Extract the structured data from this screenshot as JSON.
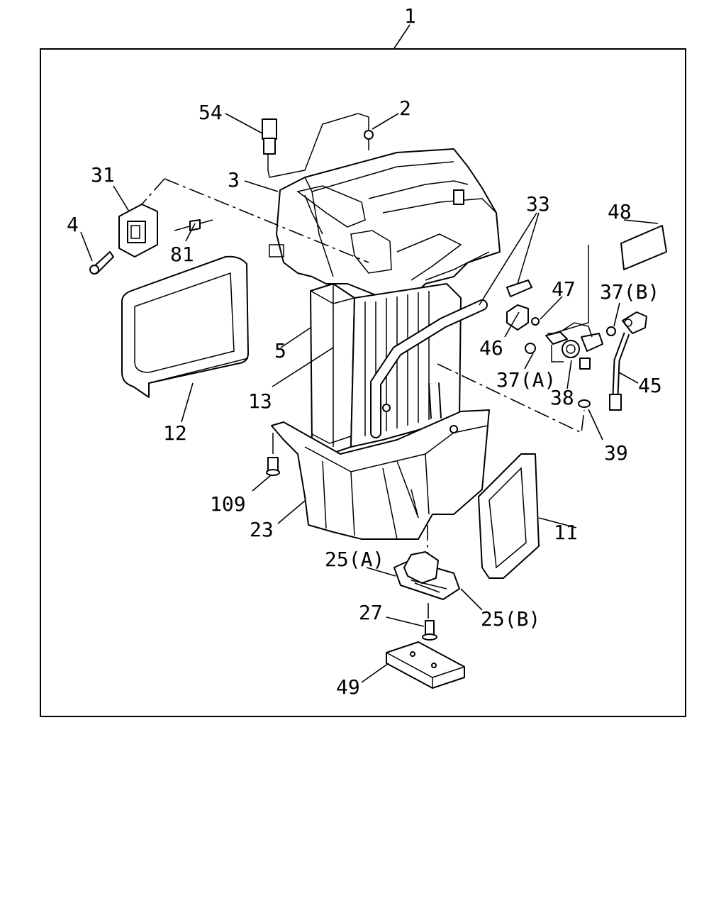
{
  "diagram": {
    "callouts": {
      "c1": "1",
      "c2": "2",
      "c3": "3",
      "c4": "4",
      "c5": "5",
      "c11": "11",
      "c12": "12",
      "c13": "13",
      "c23": "23",
      "c25a": "25(A)",
      "c25b": "25(B)",
      "c27": "27",
      "c31": "31",
      "c33": "33",
      "c37a": "37(A)",
      "c37b": "37(B)",
      "c38": "38",
      "c39": "39",
      "c45": "45",
      "c46": "46",
      "c47": "47",
      "c48": "48",
      "c49": "49",
      "c54": "54",
      "c81": "81",
      "c109": "109"
    }
  }
}
